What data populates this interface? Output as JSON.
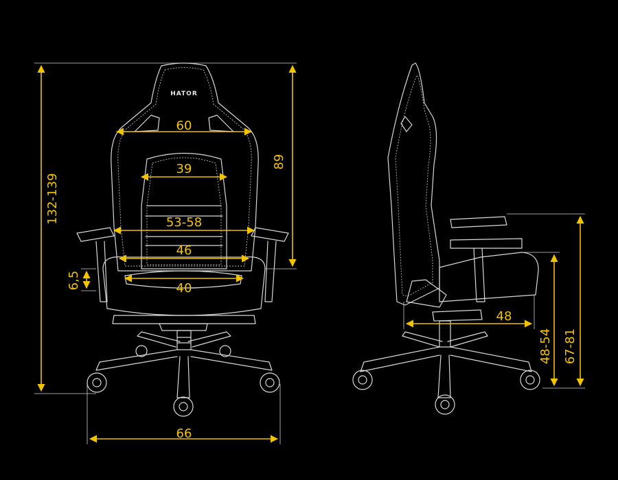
{
  "brand": "HATOR",
  "accent_color": "#f2c300",
  "front_view": {
    "total_height": "132-139",
    "backrest_height": "89",
    "shoulder_width": "60",
    "backrest_inner_width": "39",
    "armrest_width": "53-58",
    "seat_back_width": "46",
    "seat_width": "40",
    "armrest_adjust": "6,5",
    "base_width": "66"
  },
  "side_view": {
    "seat_depth": "48",
    "seat_height": "48-54",
    "armrest_height": "67-81"
  }
}
